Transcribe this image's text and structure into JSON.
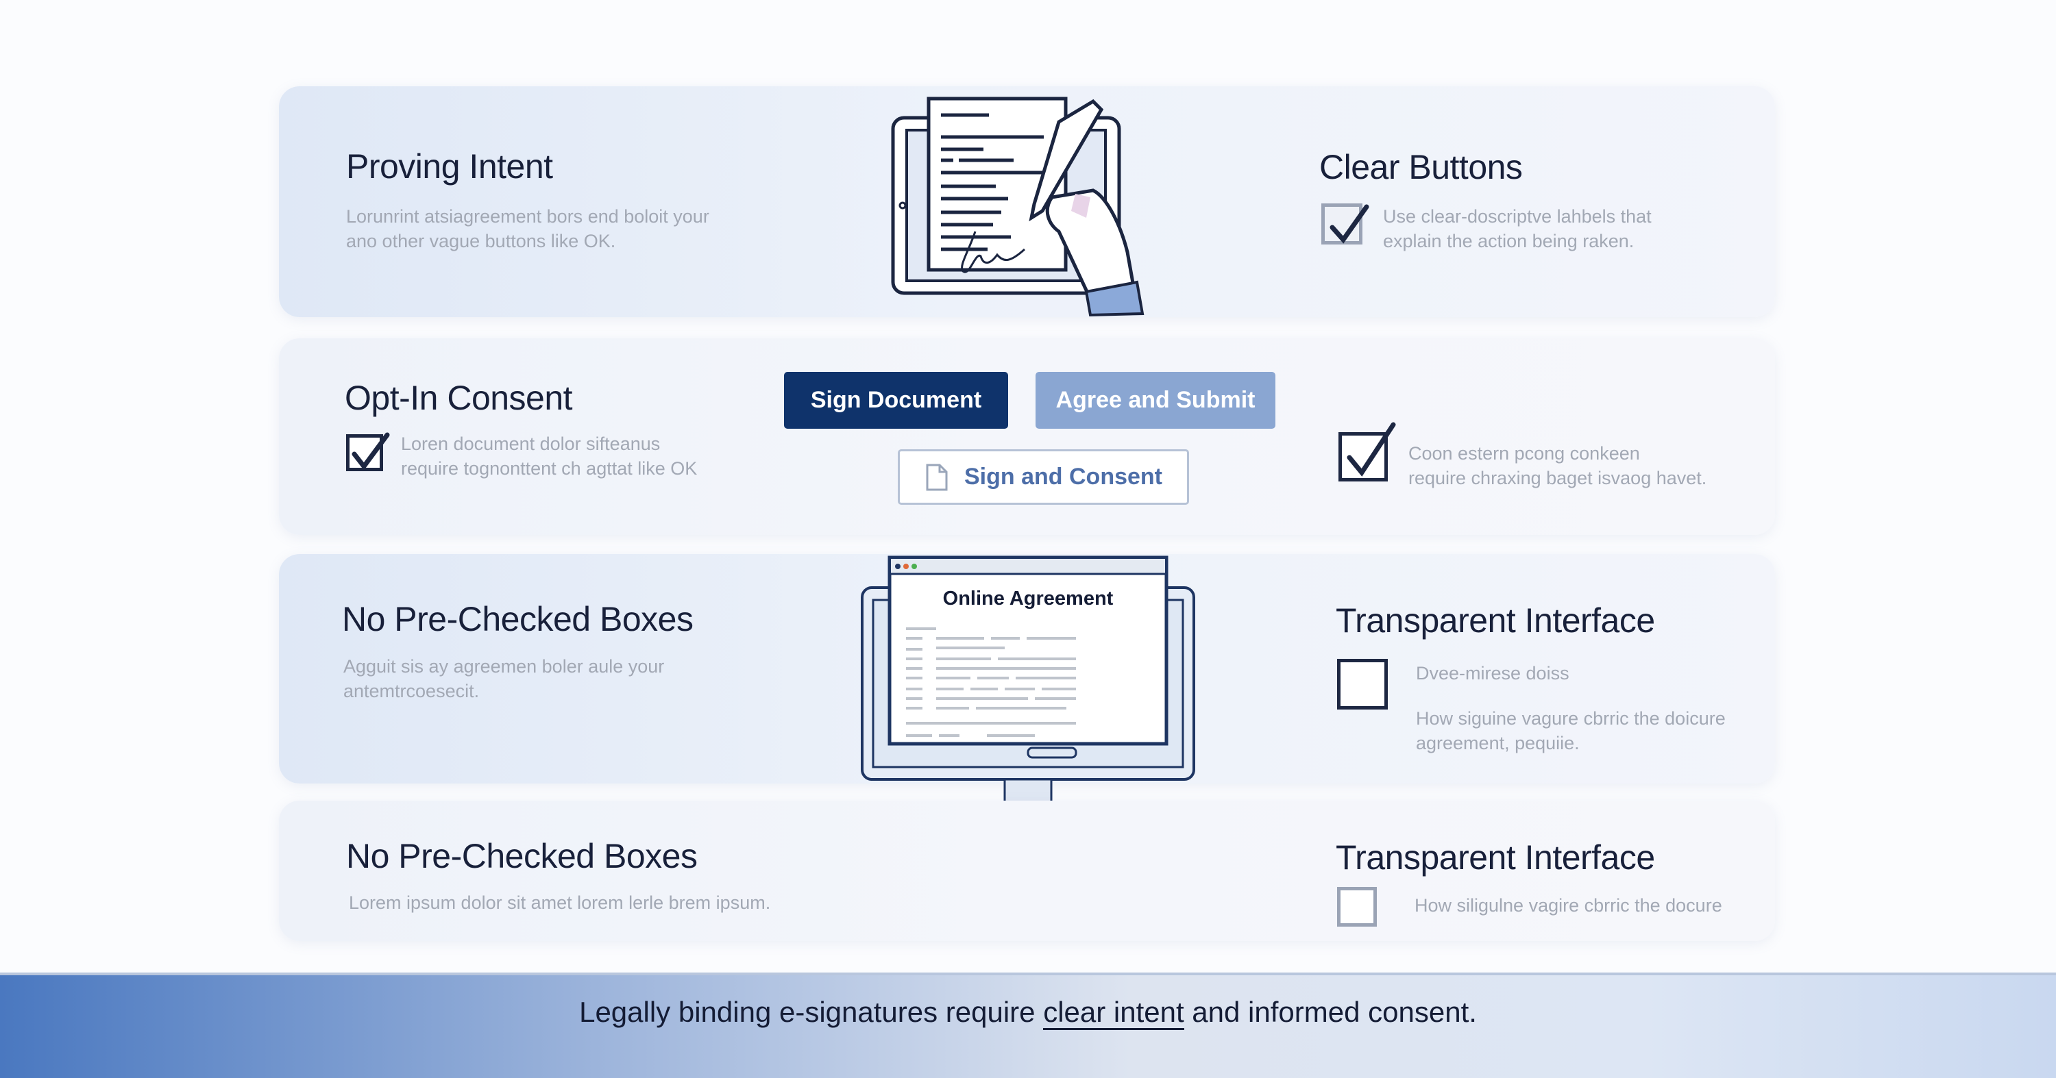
{
  "cards": [
    {
      "left_title": "Proving Intent",
      "left_body": [
        "Lorunrint atsiagreement bors end boloit your",
        "ano other vague buttons like OK."
      ],
      "right_title": "Clear Buttons",
      "right_body": [
        "Use clear-doscriptve lahbels that",
        "explain the action being raken."
      ]
    },
    {
      "left_title": "Opt-In Consent",
      "left_body": [
        "Loren document dolor sifteanus",
        "require tognonttent ch agttat like OK"
      ],
      "right_body": [
        "Coon estern pcong conkeen",
        "require chraxing baget isvaog havet."
      ],
      "buttons": {
        "primary": "Sign Document",
        "secondary": "Agree and Submit",
        "outline": "Sign and Consent"
      }
    },
    {
      "left_title": "No Pre-Checked Boxes",
      "left_body": [
        "Agguit sis ay agreemen boler aule your",
        "antemtrcoesecit."
      ],
      "right_title": "Transparent Interface",
      "right_label": "Dvee-mirese doiss",
      "right_body": [
        "How siguine vagure cbrric the doicure",
        "agreement, pequiie."
      ],
      "monitor_title": "Online Agreement"
    },
    {
      "left_title": "No Pre-Checked Boxes",
      "left_body": "Lorem ipsum dolor sit amet lorem lerle brem ipsum.",
      "right_title": "Transparent Interface",
      "right_body": "How siligulne vagire cbrric the docure"
    }
  ],
  "footer": {
    "before": "Legally binding e-signatures require ",
    "emphasis": "clear intent",
    "after": " and informed consent."
  },
  "colors": {
    "primary": "#0f336b",
    "secondary": "#8aa6d2",
    "text": "#18203a",
    "muted": "#a2a8b4"
  }
}
